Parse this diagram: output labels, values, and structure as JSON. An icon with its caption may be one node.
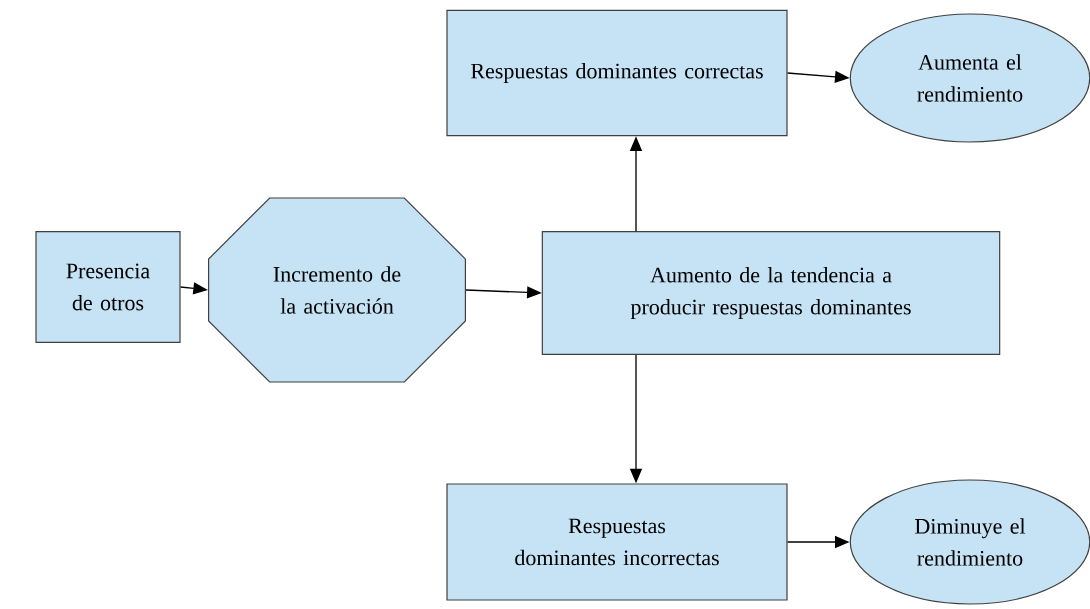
{
  "diagram": {
    "nodes": [
      {
        "text": [
          "Presencia de otros"
        ]
      },
      {
        "text": [
          "Incremento de la activación"
        ]
      },
      {
        "text": [
          "Aumento de la tendencia a producir respuestas dominantes"
        ]
      },
      {
        "text": [
          "Respuestas dominantes correctas"
        ]
      },
      {
        "text": [
          "Aumenta el rendimiento"
        ]
      },
      {
        "text": [
          "Respuestas dominantes incorrectas"
        ]
      },
      {
        "text": [
          "Diminuye el rendimiento"
        ]
      }
    ],
    "edges": [
      {
        "from": 0,
        "to": 1,
        "arrow": "to"
      },
      {
        "from": 1,
        "to": 2,
        "arrow": "to"
      },
      {
        "from": 2,
        "to": 3,
        "arrow": "to"
      },
      {
        "from": 2,
        "to": 5,
        "arrow": "to"
      },
      {
        "from": 3,
        "to": 4,
        "arrow": "to"
      },
      {
        "from": 5,
        "to": 6,
        "arrow": "to"
      }
    ]
  }
}
